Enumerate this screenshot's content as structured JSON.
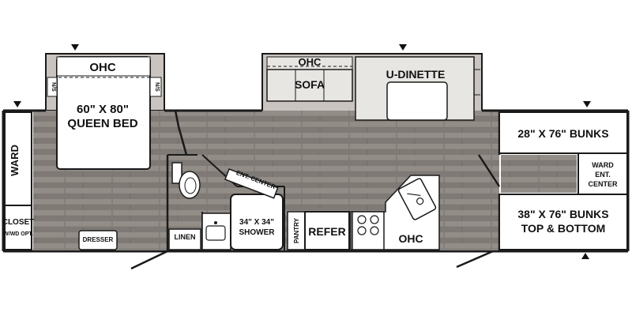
{
  "labels": {
    "ohc_bed": "OHC",
    "ns_left": "N/S",
    "ns_right": "N/S",
    "queen_bed_size": "60\" X 80\"",
    "queen_bed": "QUEEN BED",
    "ward_left": "WARD",
    "closet": "CLOSET",
    "closet_opt": "W/WD OPT.",
    "dresser": "DRESSER",
    "linen": "LINEN",
    "shower_size": "34\" X 34\"",
    "shower": "SHOWER",
    "ent_center_slide": "ENT. CENTER",
    "pantry": "PANTRY",
    "refer": "REFER",
    "ohc_kitchen": "OHC",
    "ohc_sofa": "OHC",
    "sofa": "SOFA",
    "u_dinette": "U-DINETTE",
    "bunks_top": "28\" X 76\" BUNKS",
    "ward_right": "WARD",
    "ent_right": "ENT.",
    "center_right": "CENTER",
    "bunks_bottom_size": "38\" X 76\" BUNKS",
    "bunks_bottom": "TOP & BOTTOM"
  },
  "colors": {
    "floor": "#8a847f",
    "floor_dark": "#6f6a66",
    "wall": "#1a1a1a",
    "slide": "#c9c4bf",
    "cushion": "#e8e6e3",
    "fixture": "#ffffff"
  },
  "icons": {
    "marker": "triangle-marker",
    "toilet": "toilet-icon",
    "sink": "sink-icon",
    "stove": "stove-icon",
    "kitchen_sink": "kitchen-sink-icon"
  }
}
